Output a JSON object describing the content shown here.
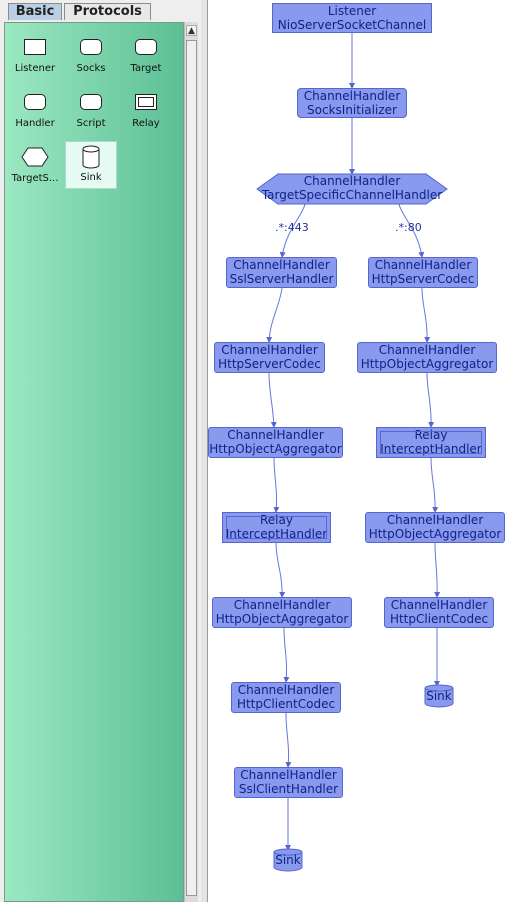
{
  "tabs": {
    "basic": "Basic",
    "protocols": "Protocols"
  },
  "palette": [
    {
      "label": "Listener",
      "shape": "rect"
    },
    {
      "label": "Socks",
      "shape": "rounded-rect"
    },
    {
      "label": "Target",
      "shape": "rounded-rect"
    },
    {
      "label": "Handler",
      "shape": "rounded-rect"
    },
    {
      "label": "Script",
      "shape": "rounded-rect"
    },
    {
      "label": "Relay",
      "shape": "double-rect"
    },
    {
      "label": "TargetS...",
      "shape": "hexagon"
    },
    {
      "label": "Sink",
      "shape": "cylinder"
    }
  ],
  "scrollbar": {
    "up_arrow": "▲"
  },
  "colors": {
    "node_fill": "#8899ee",
    "node_border": "#5566cc",
    "node_text": "#112288",
    "edge": "#5566cc",
    "palette_gradient": [
      "#9be8c2",
      "#5cbf94"
    ]
  },
  "nodes": {
    "listener": {
      "l1": "Listener",
      "l2": "NioServerSocketChannel"
    },
    "socks": {
      "l1": "ChannelHandler",
      "l2": "SocksInitializer"
    },
    "target": {
      "l1": "ChannelHandler",
      "l2": "TargetSpecificChannelHandler"
    },
    "a_ssl_server": {
      "l1": "ChannelHandler",
      "l2": "SslServerHandler"
    },
    "a_http_server": {
      "l1": "ChannelHandler",
      "l2": "HttpServerCodec"
    },
    "a_agg1": {
      "l1": "ChannelHandler",
      "l2": "HttpObjectAggregator"
    },
    "a_relay": {
      "l1": "Relay",
      "l2": "InterceptHandler"
    },
    "a_agg2": {
      "l1": "ChannelHandler",
      "l2": "HttpObjectAggregator"
    },
    "a_client_codec": {
      "l1": "ChannelHandler",
      "l2": "HttpClientCodec"
    },
    "a_ssl_client": {
      "l1": "ChannelHandler",
      "l2": "SslClientHandler"
    },
    "a_sink": {
      "l1": "Sink"
    },
    "b_http_server": {
      "l1": "ChannelHandler",
      "l2": "HttpServerCodec"
    },
    "b_agg1": {
      "l1": "ChannelHandler",
      "l2": "HttpObjectAggregator"
    },
    "b_relay": {
      "l1": "Relay",
      "l2": "InterceptHandler"
    },
    "b_agg2": {
      "l1": "ChannelHandler",
      "l2": "HttpObjectAggregator"
    },
    "b_client_codec": {
      "l1": "ChannelHandler",
      "l2": "HttpClientCodec"
    },
    "b_sink": {
      "l1": "Sink"
    }
  },
  "edge_labels": {
    "left": ".*:443",
    "right": ".*:80"
  }
}
